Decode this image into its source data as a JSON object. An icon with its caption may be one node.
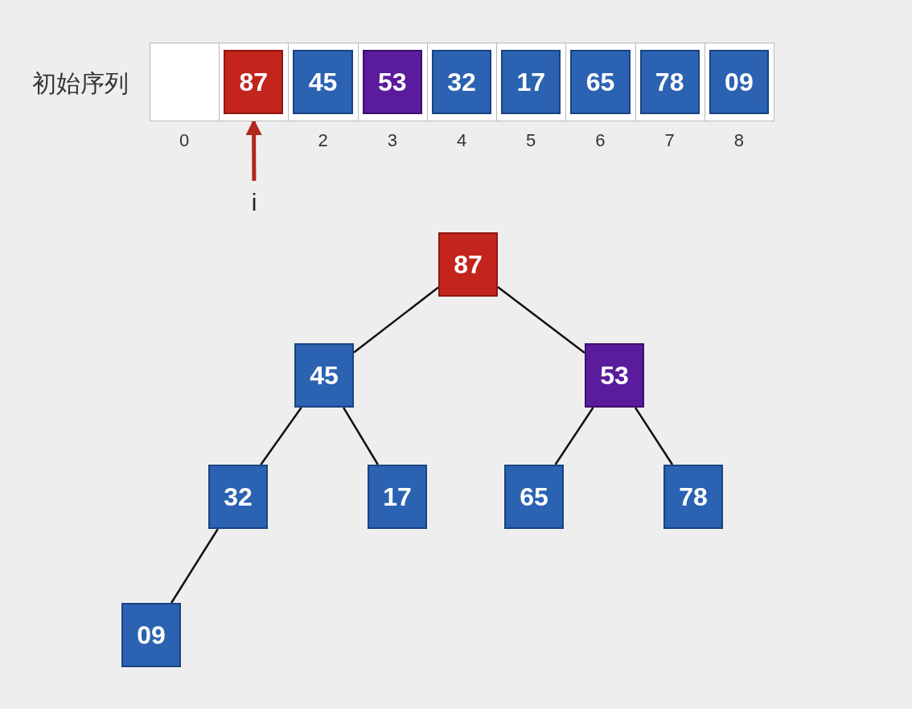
{
  "diagram": {
    "nodes": [
      {
        "text": [],
        "shape": "box"
      },
      {
        "text": [
          "87"
        ]
      },
      {
        "text": [
          "45"
        ]
      },
      {
        "text": [
          "53"
        ]
      },
      {
        "text": [
          "32"
        ]
      },
      {
        "text": [
          "17"
        ]
      },
      {
        "text": [
          "65"
        ]
      },
      {
        "text": [
          "78"
        ]
      },
      {
        "text": [
          "09"
        ]
      },
      {
        "text": [
          "i"
        ]
      },
      {
        "text": [
          "87"
        ]
      },
      {
        "text": [
          "45"
        ]
      },
      {
        "text": [
          "53"
        ]
      },
      {
        "text": [
          "32"
        ]
      },
      {
        "text": [
          "17"
        ]
      },
      {
        "text": [
          "65"
        ]
      },
      {
        "text": [
          "78"
        ]
      },
      {
        "text": [
          "09"
        ]
      }
    ],
    "edges": [
      {
        "from": 9,
        "to": 1,
        "arrow": "to",
        "style": "thick",
        "color": "#b3261e"
      },
      {
        "from": 10,
        "to": 11,
        "arrow": "none"
      },
      {
        "from": 10,
        "to": 12,
        "arrow": "none"
      },
      {
        "from": 11,
        "to": 13,
        "arrow": "none"
      },
      {
        "from": 11,
        "to": 14,
        "arrow": "none"
      },
      {
        "from": 12,
        "to": 15,
        "arrow": "none"
      },
      {
        "from": 12,
        "to": 16,
        "arrow": "none"
      },
      {
        "from": 13,
        "to": 17,
        "arrow": "none"
      }
    ],
    "labels": [
      "初始序列",
      "0",
      "2",
      "3",
      "4",
      "5",
      "6",
      "7",
      "8"
    ]
  }
}
